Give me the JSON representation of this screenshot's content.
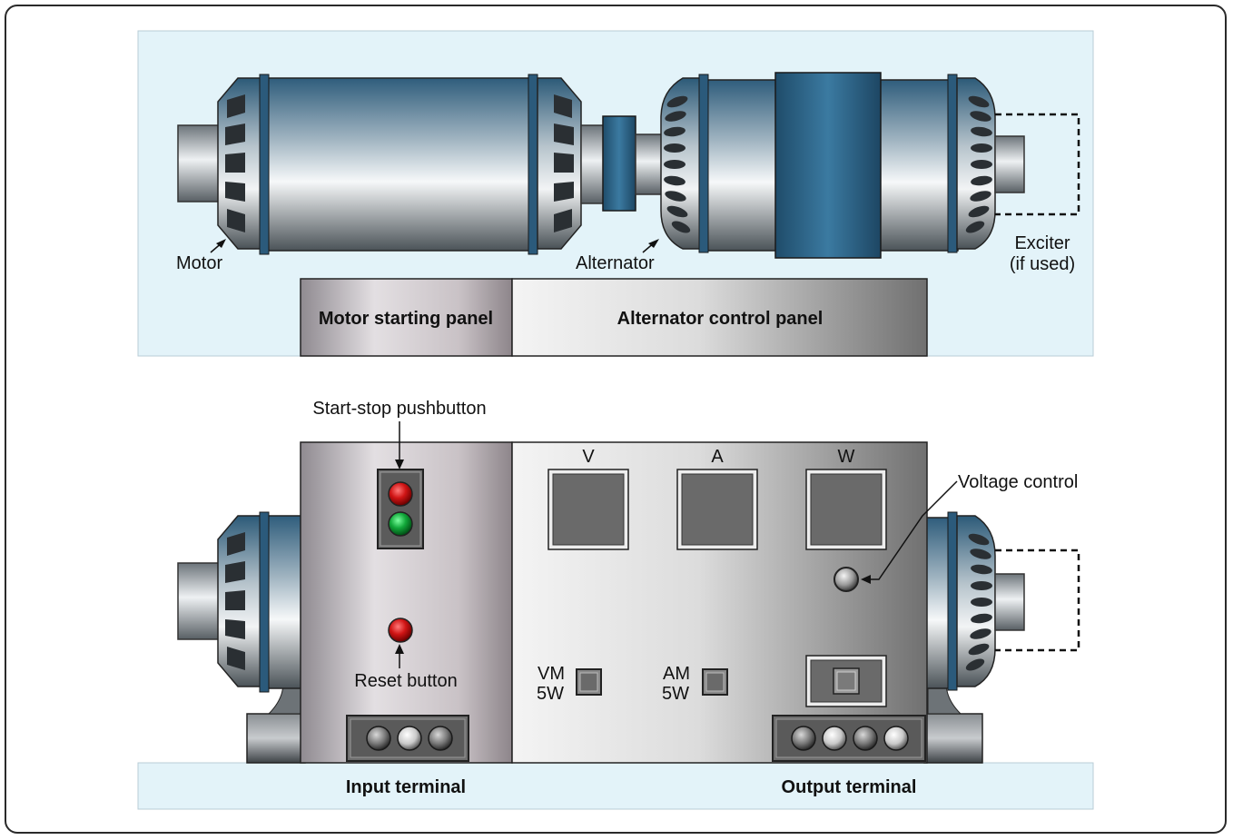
{
  "top": {
    "motor_label": "Motor",
    "alternator_label": "Alternator",
    "exciter_label_line1": "Exciter",
    "exciter_label_line2": "(if used)",
    "motor_panel_label": "Motor starting panel",
    "alternator_panel_label": "Alternator control panel"
  },
  "bottom": {
    "start_stop_label": "Start-stop pushbutton",
    "reset_label": "Reset button",
    "voltage_control_label": "Voltage control",
    "meter_v": "V",
    "meter_a": "A",
    "meter_w": "W",
    "vm_line1": "VM",
    "vm_line2": "5W",
    "am_line1": "AM",
    "am_line2": "5W",
    "input_terminal_label": "Input terminal",
    "output_terminal_label": "Output terminal"
  },
  "colors": {
    "background_panel": "#e3f3f9",
    "steel_blue": "#2c5f82",
    "indicator_red": "#cc1111",
    "indicator_green": "#11aa33"
  }
}
